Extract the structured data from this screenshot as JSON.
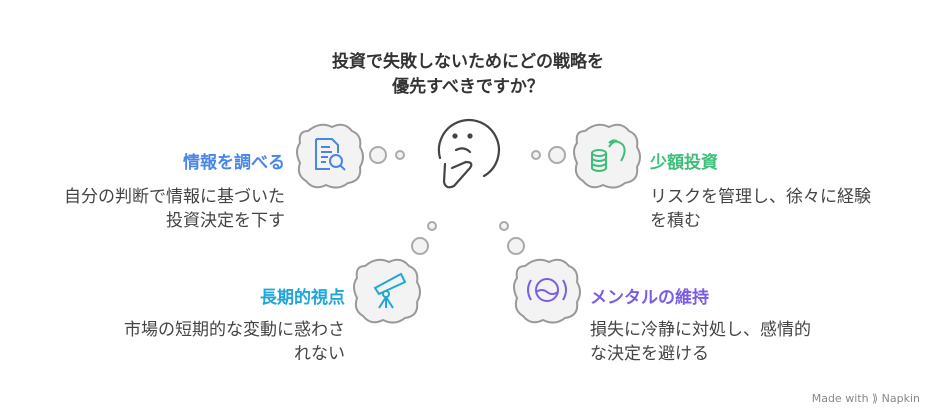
{
  "title": {
    "line1": "投資で失敗しないためにどの戦略を",
    "line2": "優先すべきですか？"
  },
  "items": [
    {
      "heading": "情報を調べる",
      "desc1": "自分の判断で情報に基づいた",
      "desc2": "投資決定を下す",
      "color": "#4a86e8",
      "icon": "document-search-icon"
    },
    {
      "heading": "少額投資",
      "desc1": "リスクを管理し、徐々に経験",
      "desc2": "を積む",
      "color": "#3dbf7a",
      "icon": "piggy-bank-coins-icon"
    },
    {
      "heading": "長期的視点",
      "desc1": "市場の短期的な変動に惑わさ",
      "desc2": "れない",
      "color": "#1ea7d8",
      "icon": "telescope-icon"
    },
    {
      "heading": "メンタルの維持",
      "desc1": "損失に冷静に対処し、感情的",
      "desc2": "な決定を避ける",
      "color": "#7b5ce6",
      "icon": "calm-mind-icon"
    }
  ],
  "footer": "Made with ⟫ Napkin"
}
